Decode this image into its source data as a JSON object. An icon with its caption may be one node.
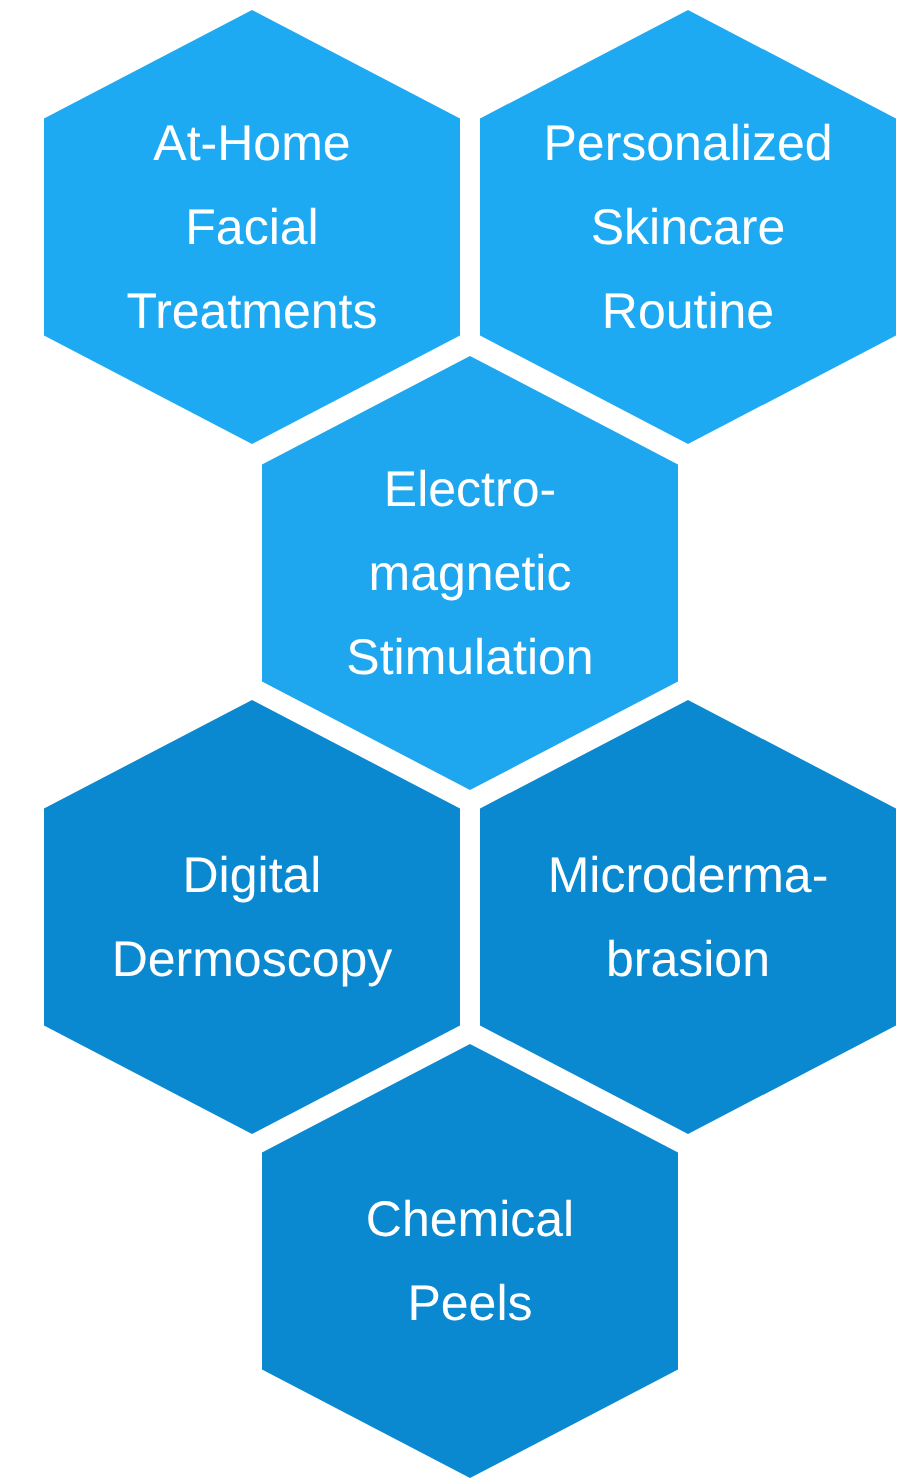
{
  "diagram": {
    "nodes": [
      {
        "text": [
          "At-Home Facial Treatments"
        ]
      },
      {
        "text": [
          "Personalized Skincare Routine"
        ]
      },
      {
        "text": [
          "Electro- magnetic Stimulation"
        ]
      },
      {
        "text": [
          "Digital Dermoscopy"
        ]
      },
      {
        "text": [
          "Microderma- brasion"
        ]
      },
      {
        "text": [
          "Chemical Peels"
        ]
      }
    ]
  }
}
